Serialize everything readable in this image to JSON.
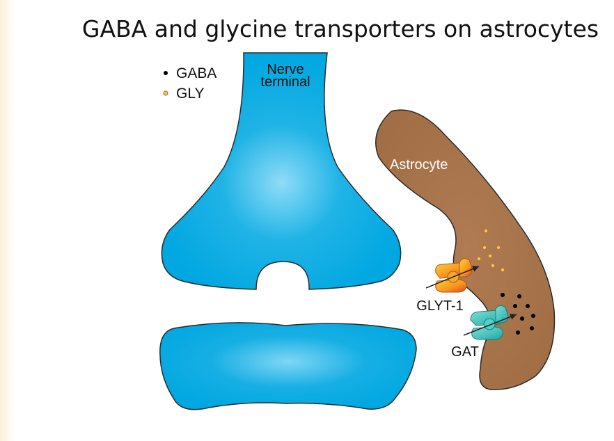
{
  "title": "GABA and glycine transporters on astrocytes",
  "legend": {
    "gaba_label": "GABA",
    "gly_label": "GLY"
  },
  "labels": {
    "nerve_terminal_line1": "Nerve",
    "nerve_terminal_line2": "terminal",
    "astrocyte": "Astrocyte",
    "glyt1": "GLYT-1",
    "gat": "GAT"
  },
  "colors": {
    "neuron": "#00a7e1",
    "neuron_highlight": "#7fd6f5",
    "astrocyte": "#a8744c",
    "gaba_dot": "#000000",
    "gly_dot_fill": "#f4c27a",
    "gly_dot_stroke": "#b8741a",
    "glyt1_color": "#f49a1e",
    "gat_color": "#3cc6c0"
  }
}
